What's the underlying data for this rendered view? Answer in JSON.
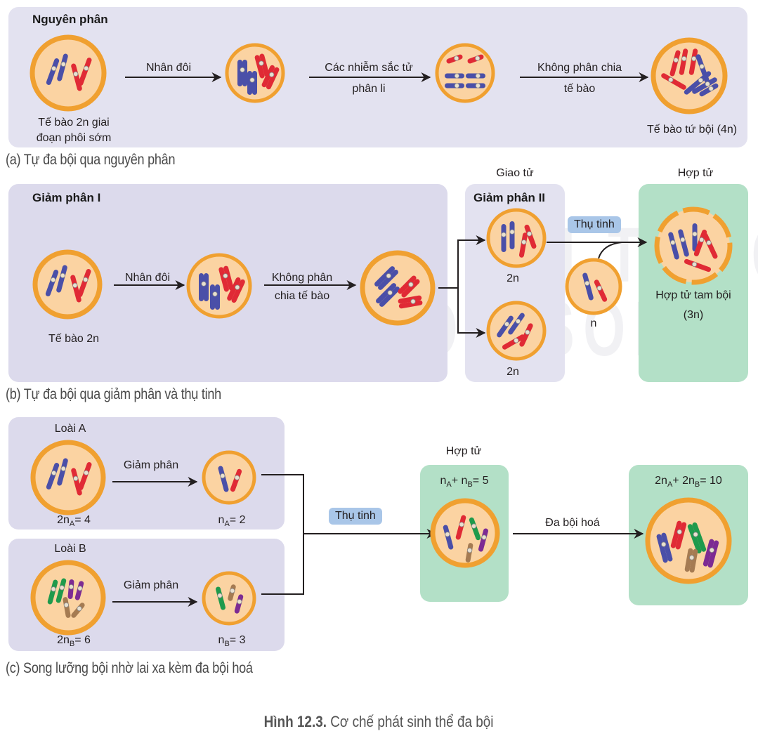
{
  "colors": {
    "panel_lavender": "#dcdaec",
    "panel_mint": "#b3e0c7",
    "cell_fill": "#fbd3a2",
    "cell_border": "#f0a030",
    "chromosome_blue": "#4a4fa8",
    "chromosome_red": "#e02a35",
    "chromosome_green": "#1f9a4c",
    "chromosome_purple": "#7d2b93",
    "chromosome_brown": "#a57b52",
    "pill": "#a9c6e8"
  },
  "watermark": [
    "KẾT NỐI TRI THỨC",
    "VỚI CUỘC SỐNG"
  ],
  "section_a": {
    "title": "Nguyên phân",
    "cell1_label_line1": "Tế bào 2n giai",
    "cell1_label_line2": "đoạn phôi sớm",
    "arrow1_label": "Nhân đôi",
    "arrow2_label_line1": "Các nhiễm sắc tử",
    "arrow2_label_line2": "phân li",
    "arrow3_label_line1": "Không phân chia",
    "arrow3_label_line2": "tế bào",
    "cell4_label": "Tế bào tứ bội (4n)",
    "caption": "(a) Tự đa bội qua nguyên phân"
  },
  "section_b": {
    "panel1_title": "Giảm phân I",
    "cell1_label": "Tế bào 2n",
    "arrow1_label": "Nhân đôi",
    "arrow2_label_line1": "Không phân",
    "arrow2_label_line2": "chia tế bào",
    "gamete_header": "Giao tử",
    "panel2_title": "Giảm phân II",
    "gamete1_label": "2n",
    "gamete2_label": "2n",
    "fertilization_label": "Thụ tinh",
    "normal_gamete_label": "n",
    "zygote_header": "Hợp tử",
    "zygote_label_line1": "Hợp tử tam bội",
    "zygote_label_line2": "(3n)",
    "caption": "(b) Tự đa bội qua giảm phân và thụ tinh"
  },
  "section_c": {
    "species_a_title": "Loài A",
    "species_a_cell_label": "2n",
    "species_a_cell_sub": "A",
    "species_a_cell_value": "= 4",
    "species_a_arrow": "Giảm phân",
    "species_a_gamete_label": "n",
    "species_a_gamete_sub": "A",
    "species_a_gamete_value": "= 2",
    "species_b_title": "Loài B",
    "species_b_cell_label": "2n",
    "species_b_cell_sub": "B",
    "species_b_cell_value": "= 6",
    "species_b_arrow": "Giảm phân",
    "species_b_gamete_label": "n",
    "species_b_gamete_sub": "B",
    "species_b_gamete_value": "= 3",
    "fertilization_label": "Thụ tinh",
    "zygote_header": "Hợp tử",
    "zygote_formula": [
      "n",
      "A",
      "+ n",
      "B",
      "= 5"
    ],
    "polyploidization_label": "Đa bội hoá",
    "allopolyploid_formula": [
      "2n",
      "A",
      "+ 2n",
      "B",
      "= 10"
    ],
    "caption": "(c) Song lưỡng bội nhờ lai xa kèm đa bội hoá"
  },
  "figure_caption": {
    "number": "Hình 12.3.",
    "text": "Cơ chế phát sinh thể đa bội"
  }
}
